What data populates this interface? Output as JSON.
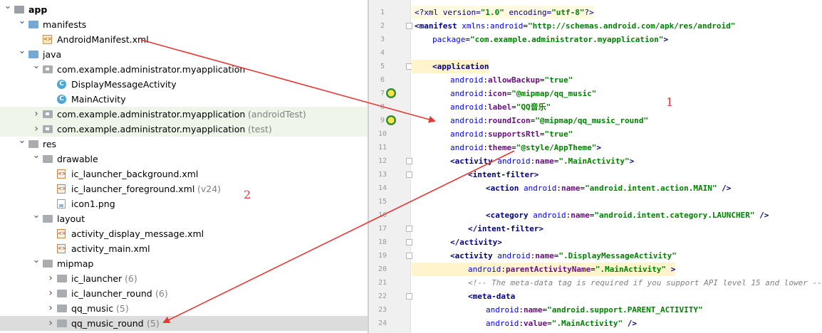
{
  "tree": [
    {
      "depth": 0,
      "chev": "v",
      "icon": "root",
      "label": "app",
      "bold": true,
      "hint": ""
    },
    {
      "depth": 1,
      "chev": "v",
      "icon": "folder-blue",
      "label": "manifests",
      "hint": ""
    },
    {
      "depth": 2,
      "chev": "",
      "icon": "manifest",
      "label": "AndroidManifest.xml",
      "hint": ""
    },
    {
      "depth": 1,
      "chev": "v",
      "icon": "folder-blue",
      "label": "java",
      "hint": ""
    },
    {
      "depth": 2,
      "chev": "v",
      "icon": "package",
      "label": "com.example.administrator.myapplication",
      "hint": ""
    },
    {
      "depth": 3,
      "chev": "",
      "icon": "class",
      "label": "DisplayMessageActivity",
      "hint": ""
    },
    {
      "depth": 3,
      "chev": "",
      "icon": "class",
      "label": "MainActivity",
      "hint": ""
    },
    {
      "depth": 2,
      "chev": ">",
      "icon": "package",
      "label": "com.example.administrator.myapplication",
      "hint": "(androidTest)",
      "style": "green"
    },
    {
      "depth": 2,
      "chev": ">",
      "icon": "package",
      "label": "com.example.administrator.myapplication",
      "hint": "(test)",
      "style": "green"
    },
    {
      "depth": 1,
      "chev": "v",
      "icon": "folder-grey",
      "label": "res",
      "hint": ""
    },
    {
      "depth": 2,
      "chev": "v",
      "icon": "folder-grey",
      "label": "drawable",
      "hint": ""
    },
    {
      "depth": 3,
      "chev": "",
      "icon": "xml",
      "label": "ic_launcher_background.xml",
      "hint": ""
    },
    {
      "depth": 3,
      "chev": "",
      "icon": "xml",
      "label": "ic_launcher_foreground.xml",
      "hint": "(v24)"
    },
    {
      "depth": 3,
      "chev": "",
      "icon": "png",
      "label": "icon1.png",
      "hint": ""
    },
    {
      "depth": 2,
      "chev": "v",
      "icon": "folder-grey",
      "label": "layout",
      "hint": ""
    },
    {
      "depth": 3,
      "chev": "",
      "icon": "xml",
      "label": "activity_display_message.xml",
      "hint": ""
    },
    {
      "depth": 3,
      "chev": "",
      "icon": "xml",
      "label": "activity_main.xml",
      "hint": ""
    },
    {
      "depth": 2,
      "chev": "v",
      "icon": "folder-grey",
      "label": "mipmap",
      "hint": ""
    },
    {
      "depth": 3,
      "chev": ">",
      "icon": "folder-grey",
      "label": "ic_launcher",
      "hint": "(6)"
    },
    {
      "depth": 3,
      "chev": ">",
      "icon": "folder-grey",
      "label": "ic_launcher_round",
      "hint": "(6)"
    },
    {
      "depth": 3,
      "chev": ">",
      "icon": "folder-grey",
      "label": "qq_music",
      "hint": "(5)"
    },
    {
      "depth": 3,
      "chev": ">",
      "icon": "folder-grey",
      "label": "qq_music_round",
      "hint": "(5)",
      "style": "sel"
    }
  ],
  "editor": {
    "lines": [
      {
        "n": "1",
        "tokens": [
          [
            "decl",
            "<?xml version="
          ],
          [
            "av",
            "\"1.0\""
          ],
          [
            "decl",
            " encoding="
          ],
          [
            "av",
            "\"utf-8\""
          ],
          [
            "decl",
            "?>"
          ]
        ],
        "indent": 0,
        "bg": "hl"
      },
      {
        "n": "2",
        "tokens": [
          [
            "tg",
            "<manifest "
          ],
          [
            "an",
            "xmlns:android"
          ],
          [
            "pn",
            "="
          ],
          [
            "av",
            "\"http://schemas.android.com/apk/res/android\""
          ]
        ],
        "indent": 0,
        "fold": true
      },
      {
        "n": "3",
        "tokens": [
          [
            "an",
            "package"
          ],
          [
            "pn",
            "="
          ],
          [
            "av",
            "\"com.example.administrator.myapplication\""
          ],
          [
            "tg",
            ">"
          ]
        ],
        "indent": 2
      },
      {
        "n": "4",
        "tokens": [],
        "indent": 0
      },
      {
        "n": "5",
        "tokens": [
          [
            "tg",
            "<application"
          ]
        ],
        "indent": 2,
        "fold": true,
        "bg": "hl2"
      },
      {
        "n": "6",
        "tokens": [
          [
            "an",
            "android"
          ],
          [
            "pn",
            ":"
          ],
          [
            "at",
            "allowBackup"
          ],
          [
            "pn",
            "="
          ],
          [
            "av",
            "\"true\""
          ]
        ],
        "indent": 4
      },
      {
        "n": "7",
        "tokens": [
          [
            "an",
            "android"
          ],
          [
            "pn",
            ":"
          ],
          [
            "at",
            "icon"
          ],
          [
            "pn",
            "="
          ],
          [
            "av",
            "\"@mipmap/qq_music\""
          ]
        ],
        "indent": 4,
        "gicon": true
      },
      {
        "n": "8",
        "tokens": [
          [
            "an",
            "android"
          ],
          [
            "pn",
            ":"
          ],
          [
            "at",
            "label"
          ],
          [
            "pn",
            "="
          ],
          [
            "av",
            "\"QQ音乐\""
          ]
        ],
        "indent": 4
      },
      {
        "n": "9",
        "tokens": [
          [
            "an",
            "android"
          ],
          [
            "pn",
            ":"
          ],
          [
            "at",
            "roundIcon"
          ],
          [
            "pn",
            "="
          ],
          [
            "av",
            "\"@mipmap/qq_music_round\""
          ]
        ],
        "indent": 4,
        "gicon": true
      },
      {
        "n": "10",
        "tokens": [
          [
            "an",
            "android"
          ],
          [
            "pn",
            ":"
          ],
          [
            "at",
            "supportsRtl"
          ],
          [
            "pn",
            "="
          ],
          [
            "av",
            "\"true\""
          ]
        ],
        "indent": 4
      },
      {
        "n": "11",
        "tokens": [
          [
            "an",
            "android"
          ],
          [
            "pn",
            ":"
          ],
          [
            "at",
            "theme"
          ],
          [
            "pn",
            "="
          ],
          [
            "av",
            "\"@style/AppTheme\""
          ],
          [
            "tg",
            ">"
          ]
        ],
        "indent": 4
      },
      {
        "n": "12",
        "tokens": [
          [
            "tg",
            "<activity "
          ],
          [
            "an",
            "android"
          ],
          [
            "pn",
            ":"
          ],
          [
            "at",
            "name"
          ],
          [
            "pn",
            "="
          ],
          [
            "av",
            "\".MainActivity\""
          ],
          [
            "tg",
            ">"
          ]
        ],
        "indent": 4,
        "fold": true
      },
      {
        "n": "13",
        "tokens": [
          [
            "tg",
            "<intent-filter>"
          ]
        ],
        "indent": 6,
        "fold": true
      },
      {
        "n": "14",
        "tokens": [
          [
            "tg",
            "<action "
          ],
          [
            "an",
            "android"
          ],
          [
            "pn",
            ":"
          ],
          [
            "at",
            "name"
          ],
          [
            "pn",
            "="
          ],
          [
            "av",
            "\"android.intent.action.MAIN\""
          ],
          [
            "tg",
            " />"
          ]
        ],
        "indent": 8
      },
      {
        "n": "15",
        "tokens": [],
        "indent": 0
      },
      {
        "n": "16",
        "tokens": [
          [
            "tg",
            "<category "
          ],
          [
            "an",
            "android"
          ],
          [
            "pn",
            ":"
          ],
          [
            "at",
            "name"
          ],
          [
            "pn",
            "="
          ],
          [
            "av",
            "\"android.intent.category.LAUNCHER\""
          ],
          [
            "tg",
            " />"
          ]
        ],
        "indent": 8
      },
      {
        "n": "17",
        "tokens": [
          [
            "tg",
            "</intent-filter>"
          ]
        ],
        "indent": 6,
        "fold": true
      },
      {
        "n": "18",
        "tokens": [
          [
            "tg",
            "</activity>"
          ]
        ],
        "indent": 4,
        "fold": true
      },
      {
        "n": "19",
        "tokens": [
          [
            "tg",
            "<activity "
          ],
          [
            "an",
            "android"
          ],
          [
            "pn",
            ":"
          ],
          [
            "at",
            "name"
          ],
          [
            "pn",
            "="
          ],
          [
            "av",
            "\".DisplayMessageActivity\""
          ]
        ],
        "indent": 4,
        "fold": true
      },
      {
        "n": "20",
        "tokens": [
          [
            "an",
            "android"
          ],
          [
            "pn",
            ":"
          ],
          [
            "at",
            "parentActivityName"
          ],
          [
            "pn",
            "="
          ],
          [
            "av",
            "\".MainActivity\""
          ],
          [
            "tg",
            " >"
          ]
        ],
        "indent": 6,
        "bg": "hl2"
      },
      {
        "n": "21",
        "tokens": [
          [
            "cm",
            "<!-- The meta-data tag is required if you support API level 15 and lower --"
          ]
        ],
        "indent": 6
      },
      {
        "n": "22",
        "tokens": [
          [
            "tg",
            "<meta-data"
          ]
        ],
        "indent": 6,
        "fold": true
      },
      {
        "n": "23",
        "tokens": [
          [
            "an",
            "android"
          ],
          [
            "pn",
            ":"
          ],
          [
            "at",
            "name"
          ],
          [
            "pn",
            "="
          ],
          [
            "av",
            "\"android.support.PARENT_ACTIVITY\""
          ]
        ],
        "indent": 8
      },
      {
        "n": "24",
        "tokens": [
          [
            "an",
            "android"
          ],
          [
            "pn",
            ":"
          ],
          [
            "at",
            "value"
          ],
          [
            "pn",
            "="
          ],
          [
            "av",
            "\".MainActivity\""
          ],
          [
            "tg",
            " />"
          ]
        ],
        "indent": 8
      }
    ]
  },
  "annotations": {
    "color": "#e53935",
    "label_1": "1",
    "label_2": "2"
  }
}
